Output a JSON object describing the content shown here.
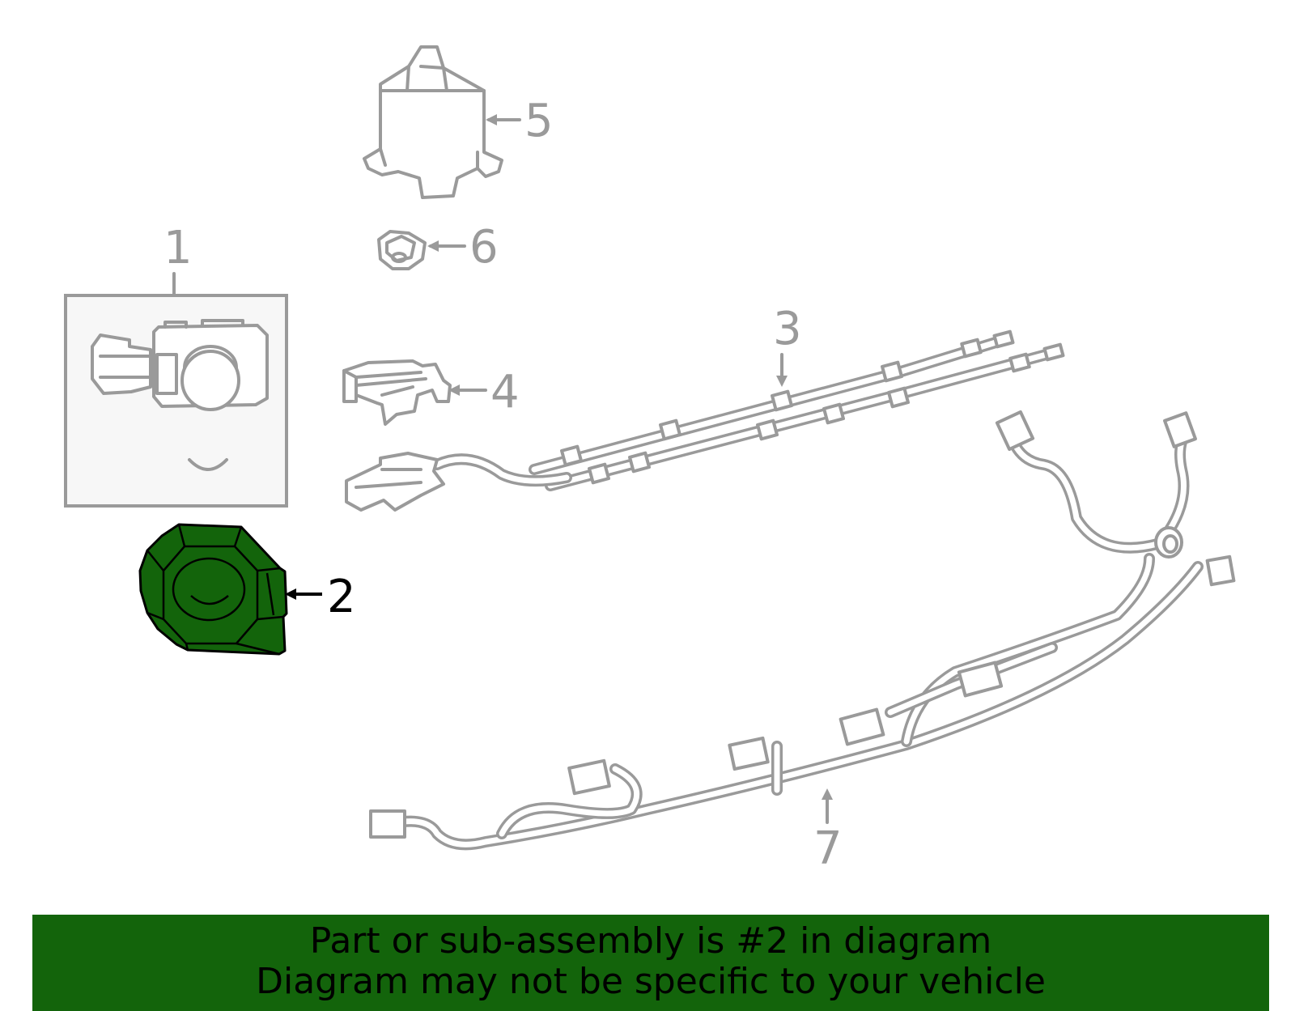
{
  "callouts": {
    "part_1": "1",
    "part_2": "2",
    "part_3": "3",
    "part_4": "4",
    "part_5": "5",
    "part_6": "6",
    "part_7": "7"
  },
  "highlight": {
    "part": "2",
    "fill_color": "#13640b",
    "line_color": "#9a9a9a"
  },
  "banner": {
    "line1": "Part or sub-assembly is #2 in diagram",
    "line2": "Diagram may not be specific to your vehicle",
    "background": "#13640b"
  }
}
